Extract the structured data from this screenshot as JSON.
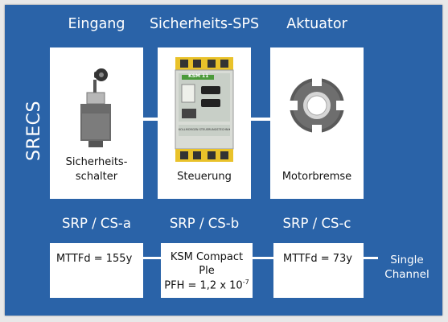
{
  "side_label": "SRECS",
  "headers": [
    "Eingang",
    "Sicherheits-SPS",
    "Aktuator"
  ],
  "cards": [
    {
      "label_line1": "Sicherheits-",
      "label_line2": "schalter"
    },
    {
      "label_line1": "Steuerung"
    },
    {
      "label_line1": "Motorbremse"
    }
  ],
  "plc_labels": {
    "model": "KSM 11",
    "brand": "KOLLMORGEN STEUERUNGSTECHNIK"
  },
  "subsystems": [
    "SRP / CS-a",
    "SRP / CS-b",
    "SRP / CS-c"
  ],
  "values": {
    "a": "MTTFd = 155y",
    "b_line1": "KSM Compact",
    "b_line2": "Ple",
    "b_line3_prefix": "PFH = 1,2 x 10",
    "b_line3_exp": "-7",
    "c": "MTTFd = 73y"
  },
  "channel": {
    "line1": "Single",
    "line2": "Channel"
  },
  "colors": {
    "frame": "#2a63a8",
    "card": "#ffffff",
    "plc_yellow": "#e9c22a",
    "plc_green": "#4b9a3a"
  }
}
